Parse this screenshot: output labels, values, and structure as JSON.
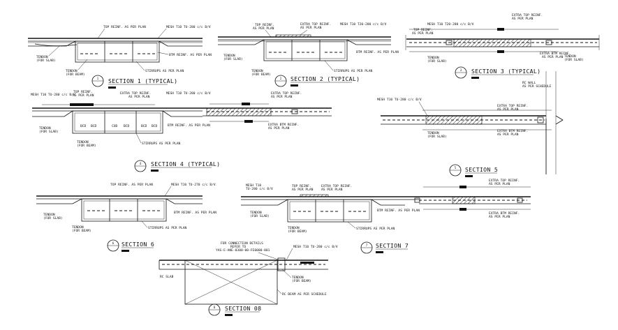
{
  "drawing": {
    "sections": [
      {
        "id": "s1",
        "title": "SECTION 1 (TYPICAL)",
        "num": "1"
      },
      {
        "id": "s2",
        "title": "SECTION 2 (TYPICAL)",
        "num": "2"
      },
      {
        "id": "s3",
        "title": "SECTION 3 (TYPICAL)",
        "num": "3"
      },
      {
        "id": "s4",
        "title": "SECTION 4 (TYPICAL)",
        "num": "4"
      },
      {
        "id": "s5",
        "title": "SECTION 5",
        "num": "5"
      },
      {
        "id": "s6",
        "title": "SECTION 6",
        "num": "6"
      },
      {
        "id": "s7",
        "title": "SECTION 7",
        "num": "7"
      },
      {
        "id": "s8",
        "title": "SECTION 08",
        "num": "8"
      }
    ],
    "notes": {
      "s1_top": "TOP REINF. AS PER PLAN",
      "s1_mesh": "MESH T10 TU-280 c/c B/V",
      "s1_tendon_a": "TENDON",
      "s1_tendon_b": "(FOR SLAB)",
      "s1_btm": "BTM REINF. AS PER PLAN",
      "s1_beam_a": "TENDON",
      "s1_beam_b": "(FOR BEAM)",
      "s1_stirrups": "STIRRUPS AS PER PLAN",
      "s2_extra_a": "EXTRA TOP REINF.",
      "s2_extra_b": "AS PER PLAN",
      "s2_mesh": "MESH T10 T20-280 c/c B/V",
      "s2_top_a": "TOP REINF.",
      "s2_top_b": "AS PER PLAN",
      "s2_tendon_a": "TENDON",
      "s2_tendon_b": "(FOR SLAB)",
      "s2_btm": "BTM REINF. AS PER PLAN",
      "s2_beam_a": "TENDON",
      "s2_beam_b": "(FOR BEAM)",
      "s2_stirrups": "STIRRUPS AS PER PLAN",
      "s3_extra_a": "EXTRA TOP REINF.",
      "s3_extra_b": "AS PER PLAN",
      "s3_mesh": "MESH T10 T20-280 c/c B/V",
      "s3_top_a": "TOP REINF.",
      "s3_top_b": "AS PER PLAN",
      "s3_tendon_a": "TENDON",
      "s3_tendon_b": "(FOR SLAB)",
      "s3_btm_a": "EXTRA BTM REINF.",
      "s3_btm_b": "AS PER PLAN",
      "s3_tendon2_a": "TENDON",
      "s3_tendon2_b": "(FOR SLAB)",
      "s4_mesh": "MESH T10 TU-280 c/c B/V",
      "s4_top_a": "TOP REINF.",
      "s4_top_b": "AS PER PLAN",
      "s4_extra_a": "EXTRA TOP REINF.",
      "s4_extra_b": "AS PER PLAN",
      "s4_mesh2": "MESH T10 TU-280 c/c B/V",
      "s4_extra2_a": "EXTRA TOP REINF.",
      "s4_extra2_b": "AS PER PLAN",
      "s4_btm_a": "EXTRA BTM REINF.",
      "s4_btm_b": "AS PER PLAN",
      "s4_tendon_a": "TENDON",
      "s4_tendon_b": "(FOR SLAB)",
      "s4_btm2": "BTM REINF. AS PER PLAN",
      "s4_beam_a": "TENDON",
      "s4_beam_b": "(FOR BEAM)",
      "s4_stirrups": "STIRRUPS AS PER PLAN",
      "s5_wall_a": "RC WALL",
      "s5_wall_b": "AS PER SCHEDULE",
      "s5_mesh": "MESH T10 TU-280 c/c B/V",
      "s5_extra_a": "EXTRA TOP REINF.",
      "s5_extra_b": "AS PER PLAN",
      "s5_tendon_a": "TENDON",
      "s5_tendon_b": "(FOR SLAB)",
      "s5_btm_a": "EXTRA BTM REINF.",
      "s5_btm_b": "AS PER PLAN",
      "s6_top": "TOP REINF. AS PER PLAN",
      "s6_mesh": "MESH T10 TU-270 c/c B/V",
      "s6_tendon_a": "TENDON",
      "s6_tendon_b": "(FOR SLAB)",
      "s6_btm": "BTM REINF. AS PER PLAN",
      "s6_beam_a": "TENDON",
      "s6_beam_b": "(FOR BEAM)",
      "s6_stirrups": "STIRRUPS AS PER PLAN",
      "s7_mesh_a": "MESH T10",
      "s7_mesh_b": "TU-280 c/c B/V",
      "s7_top_a": "TOP REINF.",
      "s7_top_b": "AS PER PLAN",
      "s7_extra_a": "EXTRA TOP REINF.",
      "s7_extra_b": "AS PER PLAN",
      "s7_extra2_a": "EXTRA TOP REINF.",
      "s7_extra2_b": "AS PER PLAN",
      "s7_tendon_a": "TENDON",
      "s7_tendon_b": "(FOR SLAB)",
      "s7_btm": "BTM REINF. AS PER PLAN",
      "s7_beam_a": "TENDON",
      "s7_beam_b": "(FOR BEAM)",
      "s7_stirrups": "STIRRUPS AS PER PLAN",
      "s7_btm2_a": "EXTRA BTM REINF.",
      "s7_btm2_b": "AS PER PLAN",
      "s8_conn_a": "FOR CONNECTION DETAILS",
      "s8_conn_b": "REFER TO",
      "s8_conn_c": "YAS-E-ANE-0300-00-FE0000-001",
      "s8_mesh": "MESH T10 TU-280 c/c B/V",
      "s8_slab": "RC SLAB",
      "s8_tendon_a": "TENDON",
      "s8_tendon_b": "(FOR BEAM)",
      "s8_beam": "RC BEAM AS PER SCHEDULE"
    },
    "beam_marks": [
      "BCD",
      "BCD",
      "COD",
      "BCD",
      "BCD",
      "BCD"
    ]
  }
}
